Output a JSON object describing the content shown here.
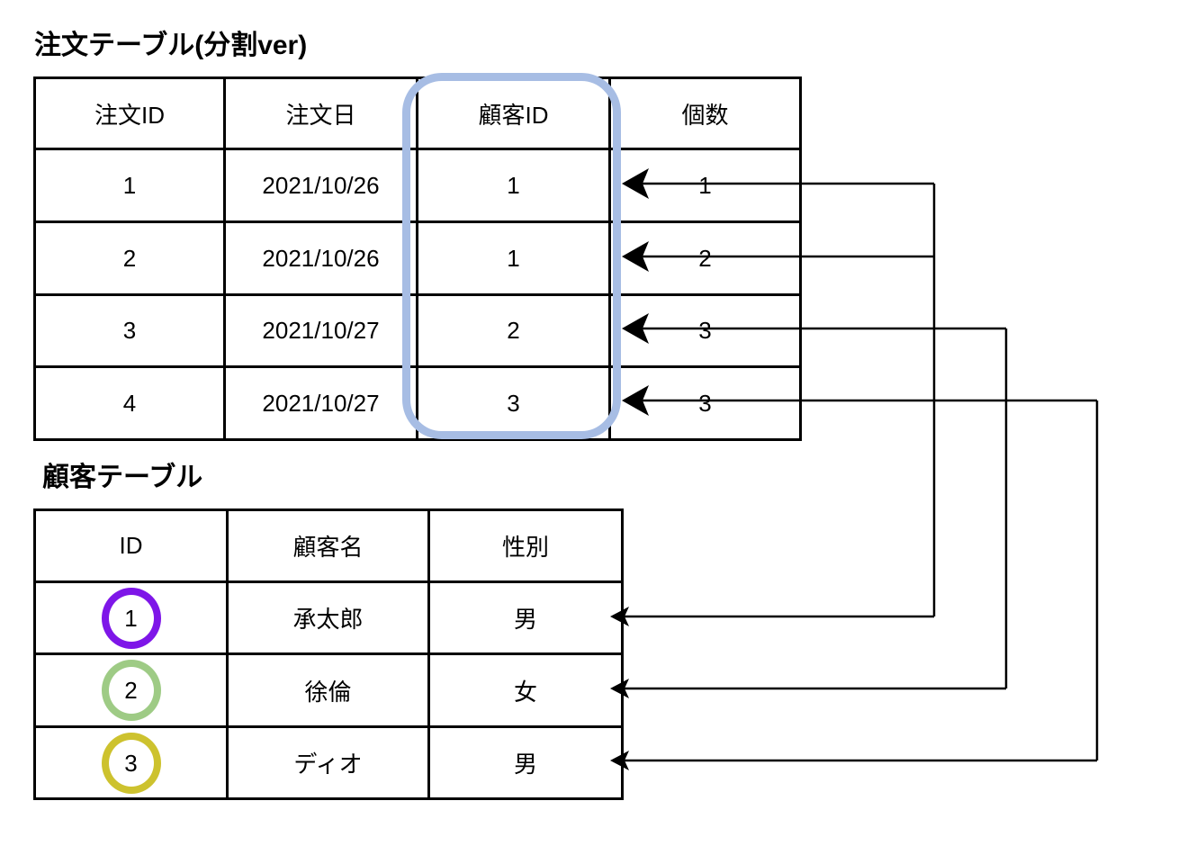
{
  "titles": {
    "order_table": "注文テーブル(分割ver)",
    "customer_table": "顧客テーブル"
  },
  "order_table": {
    "headers": [
      "注文ID",
      "注文日",
      "顧客ID",
      "個数"
    ],
    "rows": [
      [
        "1",
        "2021/10/26",
        "1",
        "1"
      ],
      [
        "2",
        "2021/10/26",
        "1",
        "2"
      ],
      [
        "3",
        "2021/10/27",
        "2",
        "3"
      ],
      [
        "4",
        "2021/10/27",
        "3",
        "3"
      ]
    ],
    "highlighted_column": "顧客ID"
  },
  "customer_table": {
    "headers": [
      "ID",
      "顧客名",
      "性別"
    ],
    "rows": [
      {
        "id": "1",
        "name": "承太郎",
        "gender": "男",
        "circle_color": "#7e16e8"
      },
      {
        "id": "2",
        "name": "徐倫",
        "gender": "女",
        "circle_color": "#9ecb85"
      },
      {
        "id": "3",
        "name": "ディオ",
        "gender": "男",
        "circle_color": "#cdc22e"
      }
    ]
  },
  "relations": [
    {
      "order_row_ids": [
        "1",
        "2"
      ],
      "customer_id": "1"
    },
    {
      "order_row_ids": [
        "3"
      ],
      "customer_id": "2"
    },
    {
      "order_row_ids": [
        "4"
      ],
      "customer_id": "3"
    }
  ],
  "colors": {
    "line": "#000000",
    "highlight_rect": "#a7bde4"
  }
}
